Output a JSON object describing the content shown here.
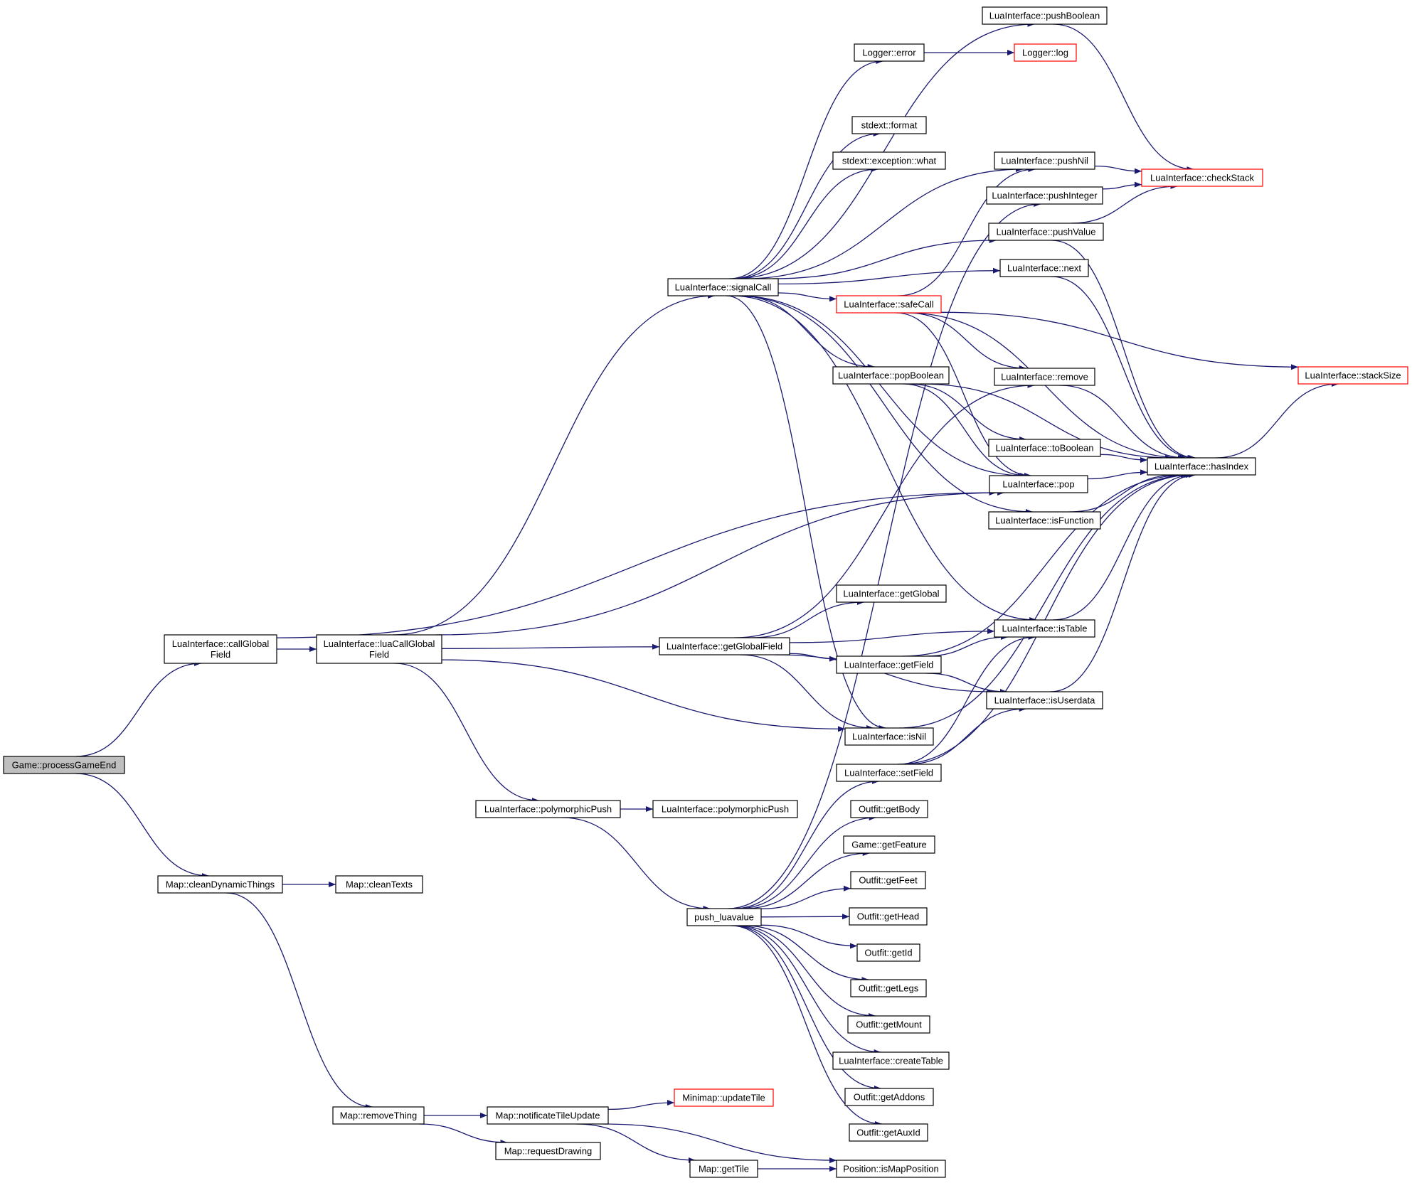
{
  "colors": {
    "edge": "#191970",
    "node_border": "#000000",
    "truncated_border": "#ff0000",
    "root_fill": "#bfbfbf",
    "background": "#ffffff"
  },
  "nodes": [
    {
      "id": "processGameEnd",
      "lines": [
        "Game::processGameEnd"
      ],
      "kind": "root"
    },
    {
      "id": "callGlobalField",
      "lines": [
        "LuaInterface::callGlobal",
        "Field"
      ],
      "kind": "normal"
    },
    {
      "id": "luaCallGlobalField",
      "lines": [
        "LuaInterface::luaCallGlobal",
        "Field"
      ],
      "kind": "normal"
    },
    {
      "id": "cleanDynamicThings",
      "lines": [
        "Map::cleanDynamicThings"
      ],
      "kind": "normal"
    },
    {
      "id": "cleanTexts",
      "lines": [
        "Map::cleanTexts"
      ],
      "kind": "normal"
    },
    {
      "id": "removeThing",
      "lines": [
        "Map::removeThing"
      ],
      "kind": "normal"
    },
    {
      "id": "notificateTileUpdate",
      "lines": [
        "Map::notificateTileUpdate"
      ],
      "kind": "normal"
    },
    {
      "id": "requestDrawing",
      "lines": [
        "Map::requestDrawing"
      ],
      "kind": "normal"
    },
    {
      "id": "getTile",
      "lines": [
        "Map::getTile"
      ],
      "kind": "normal"
    },
    {
      "id": "updateTile",
      "lines": [
        "Minimap::updateTile"
      ],
      "kind": "truncated"
    },
    {
      "id": "isMapPosition",
      "lines": [
        "Position::isMapPosition"
      ],
      "kind": "normal"
    },
    {
      "id": "polymorphicPush1",
      "lines": [
        "LuaInterface::polymorphicPush"
      ],
      "kind": "normal"
    },
    {
      "id": "polymorphicPush2",
      "lines": [
        "LuaInterface::polymorphicPush"
      ],
      "kind": "normal"
    },
    {
      "id": "pushLuavalue",
      "lines": [
        "push_luavalue"
      ],
      "kind": "normal"
    },
    {
      "id": "signalCall",
      "lines": [
        "LuaInterface::signalCall"
      ],
      "kind": "normal"
    },
    {
      "id": "getGlobalField",
      "lines": [
        "LuaInterface::getGlobalField"
      ],
      "kind": "normal"
    },
    {
      "id": "pushBoolean",
      "lines": [
        "LuaInterface::pushBoolean"
      ],
      "kind": "normal"
    },
    {
      "id": "loggerError",
      "lines": [
        "Logger::error"
      ],
      "kind": "normal"
    },
    {
      "id": "loggerLog",
      "lines": [
        "Logger::log"
      ],
      "kind": "truncated"
    },
    {
      "id": "stdextFormat",
      "lines": [
        "stdext::format"
      ],
      "kind": "normal"
    },
    {
      "id": "exceptionWhat",
      "lines": [
        "stdext::exception::what"
      ],
      "kind": "normal"
    },
    {
      "id": "pushNil",
      "lines": [
        "LuaInterface::pushNil"
      ],
      "kind": "normal"
    },
    {
      "id": "checkStack",
      "lines": [
        "LuaInterface::checkStack"
      ],
      "kind": "truncated"
    },
    {
      "id": "pushInteger",
      "lines": [
        "LuaInterface::pushInteger"
      ],
      "kind": "normal"
    },
    {
      "id": "pushValue",
      "lines": [
        "LuaInterface::pushValue"
      ],
      "kind": "normal"
    },
    {
      "id": "next",
      "lines": [
        "LuaInterface::next"
      ],
      "kind": "normal"
    },
    {
      "id": "safeCall",
      "lines": [
        "LuaInterface::safeCall"
      ],
      "kind": "truncated"
    },
    {
      "id": "popBoolean",
      "lines": [
        "LuaInterface::popBoolean"
      ],
      "kind": "normal"
    },
    {
      "id": "remove",
      "lines": [
        "LuaInterface::remove"
      ],
      "kind": "normal"
    },
    {
      "id": "stackSize",
      "lines": [
        "LuaInterface::stackSize"
      ],
      "kind": "truncated"
    },
    {
      "id": "toBoolean",
      "lines": [
        "LuaInterface::toBoolean"
      ],
      "kind": "normal"
    },
    {
      "id": "hasIndex",
      "lines": [
        "LuaInterface::hasIndex"
      ],
      "kind": "normal"
    },
    {
      "id": "pop",
      "lines": [
        "LuaInterface::pop"
      ],
      "kind": "normal"
    },
    {
      "id": "isFunction",
      "lines": [
        "LuaInterface::isFunction"
      ],
      "kind": "normal"
    },
    {
      "id": "getGlobal",
      "lines": [
        "LuaInterface::getGlobal"
      ],
      "kind": "normal"
    },
    {
      "id": "isTable",
      "lines": [
        "LuaInterface::isTable"
      ],
      "kind": "normal"
    },
    {
      "id": "getField",
      "lines": [
        "LuaInterface::getField"
      ],
      "kind": "normal"
    },
    {
      "id": "isUserdata",
      "lines": [
        "LuaInterface::isUserdata"
      ],
      "kind": "normal"
    },
    {
      "id": "isNil",
      "lines": [
        "LuaInterface::isNil"
      ],
      "kind": "normal"
    },
    {
      "id": "setField",
      "lines": [
        "LuaInterface::setField"
      ],
      "kind": "normal"
    },
    {
      "id": "getBody",
      "lines": [
        "Outfit::getBody"
      ],
      "kind": "normal"
    },
    {
      "id": "getFeature",
      "lines": [
        "Game::getFeature"
      ],
      "kind": "normal"
    },
    {
      "id": "getFeet",
      "lines": [
        "Outfit::getFeet"
      ],
      "kind": "normal"
    },
    {
      "id": "getHead",
      "lines": [
        "Outfit::getHead"
      ],
      "kind": "normal"
    },
    {
      "id": "getId",
      "lines": [
        "Outfit::getId"
      ],
      "kind": "normal"
    },
    {
      "id": "getLegs",
      "lines": [
        "Outfit::getLegs"
      ],
      "kind": "normal"
    },
    {
      "id": "getMount",
      "lines": [
        "Outfit::getMount"
      ],
      "kind": "normal"
    },
    {
      "id": "createTable",
      "lines": [
        "LuaInterface::createTable"
      ],
      "kind": "normal"
    },
    {
      "id": "getAddons",
      "lines": [
        "Outfit::getAddons"
      ],
      "kind": "normal"
    },
    {
      "id": "getAuxId",
      "lines": [
        "Outfit::getAuxId"
      ],
      "kind": "normal"
    }
  ],
  "edges": [
    [
      "processGameEnd",
      "callGlobalField"
    ],
    [
      "processGameEnd",
      "cleanDynamicThings"
    ],
    [
      "callGlobalField",
      "luaCallGlobalField"
    ],
    [
      "callGlobalField",
      "pop"
    ],
    [
      "luaCallGlobalField",
      "signalCall"
    ],
    [
      "luaCallGlobalField",
      "getGlobalField"
    ],
    [
      "luaCallGlobalField",
      "pop"
    ],
    [
      "luaCallGlobalField",
      "isNil"
    ],
    [
      "luaCallGlobalField",
      "polymorphicPush1"
    ],
    [
      "cleanDynamicThings",
      "cleanTexts"
    ],
    [
      "cleanDynamicThings",
      "removeThing"
    ],
    [
      "removeThing",
      "notificateTileUpdate"
    ],
    [
      "removeThing",
      "requestDrawing"
    ],
    [
      "notificateTileUpdate",
      "updateTile"
    ],
    [
      "notificateTileUpdate",
      "getTile"
    ],
    [
      "notificateTileUpdate",
      "isMapPosition"
    ],
    [
      "getTile",
      "isMapPosition"
    ],
    [
      "polymorphicPush1",
      "polymorphicPush2"
    ],
    [
      "polymorphicPush1",
      "pushLuavalue"
    ],
    [
      "signalCall",
      "pushBoolean"
    ],
    [
      "signalCall",
      "loggerError"
    ],
    [
      "signalCall",
      "stdextFormat"
    ],
    [
      "signalCall",
      "exceptionWhat"
    ],
    [
      "signalCall",
      "pushNil"
    ],
    [
      "signalCall",
      "pushValue"
    ],
    [
      "signalCall",
      "next"
    ],
    [
      "signalCall",
      "safeCall"
    ],
    [
      "signalCall",
      "popBoolean"
    ],
    [
      "signalCall",
      "pop"
    ],
    [
      "signalCall",
      "isFunction"
    ],
    [
      "signalCall",
      "isTable"
    ],
    [
      "signalCall",
      "isNil"
    ],
    [
      "loggerError",
      "loggerLog"
    ],
    [
      "pushBoolean",
      "checkStack"
    ],
    [
      "pushNil",
      "checkStack"
    ],
    [
      "pushInteger",
      "checkStack"
    ],
    [
      "pushValue",
      "checkStack"
    ],
    [
      "pushValue",
      "hasIndex"
    ],
    [
      "next",
      "hasIndex"
    ],
    [
      "safeCall",
      "pushNil"
    ],
    [
      "safeCall",
      "remove"
    ],
    [
      "safeCall",
      "stackSize"
    ],
    [
      "safeCall",
      "hasIndex"
    ],
    [
      "safeCall",
      "pop"
    ],
    [
      "popBoolean",
      "toBoolean"
    ],
    [
      "popBoolean",
      "pop"
    ],
    [
      "popBoolean",
      "hasIndex"
    ],
    [
      "remove",
      "hasIndex"
    ],
    [
      "toBoolean",
      "hasIndex"
    ],
    [
      "pop",
      "hasIndex"
    ],
    [
      "isFunction",
      "hasIndex"
    ],
    [
      "hasIndex",
      "stackSize"
    ],
    [
      "getGlobalField",
      "getGlobal"
    ],
    [
      "getGlobalField",
      "isTable"
    ],
    [
      "getGlobalField",
      "getField"
    ],
    [
      "getGlobalField",
      "isUserdata"
    ],
    [
      "getGlobalField",
      "isNil"
    ],
    [
      "getGlobalField",
      "remove"
    ],
    [
      "getField",
      "isTable"
    ],
    [
      "getField",
      "isUserdata"
    ],
    [
      "getField",
      "hasIndex"
    ],
    [
      "isTable",
      "hasIndex"
    ],
    [
      "isUserdata",
      "hasIndex"
    ],
    [
      "isNil",
      "hasIndex"
    ],
    [
      "setField",
      "isTable"
    ],
    [
      "setField",
      "isUserdata"
    ],
    [
      "setField",
      "hasIndex"
    ],
    [
      "pushLuavalue",
      "pushInteger"
    ],
    [
      "pushLuavalue",
      "setField"
    ],
    [
      "pushLuavalue",
      "getBody"
    ],
    [
      "pushLuavalue",
      "getFeature"
    ],
    [
      "pushLuavalue",
      "getFeet"
    ],
    [
      "pushLuavalue",
      "getHead"
    ],
    [
      "pushLuavalue",
      "getId"
    ],
    [
      "pushLuavalue",
      "getLegs"
    ],
    [
      "pushLuavalue",
      "getMount"
    ],
    [
      "pushLuavalue",
      "createTable"
    ],
    [
      "pushLuavalue",
      "getAddons"
    ],
    [
      "pushLuavalue",
      "getAuxId"
    ]
  ]
}
